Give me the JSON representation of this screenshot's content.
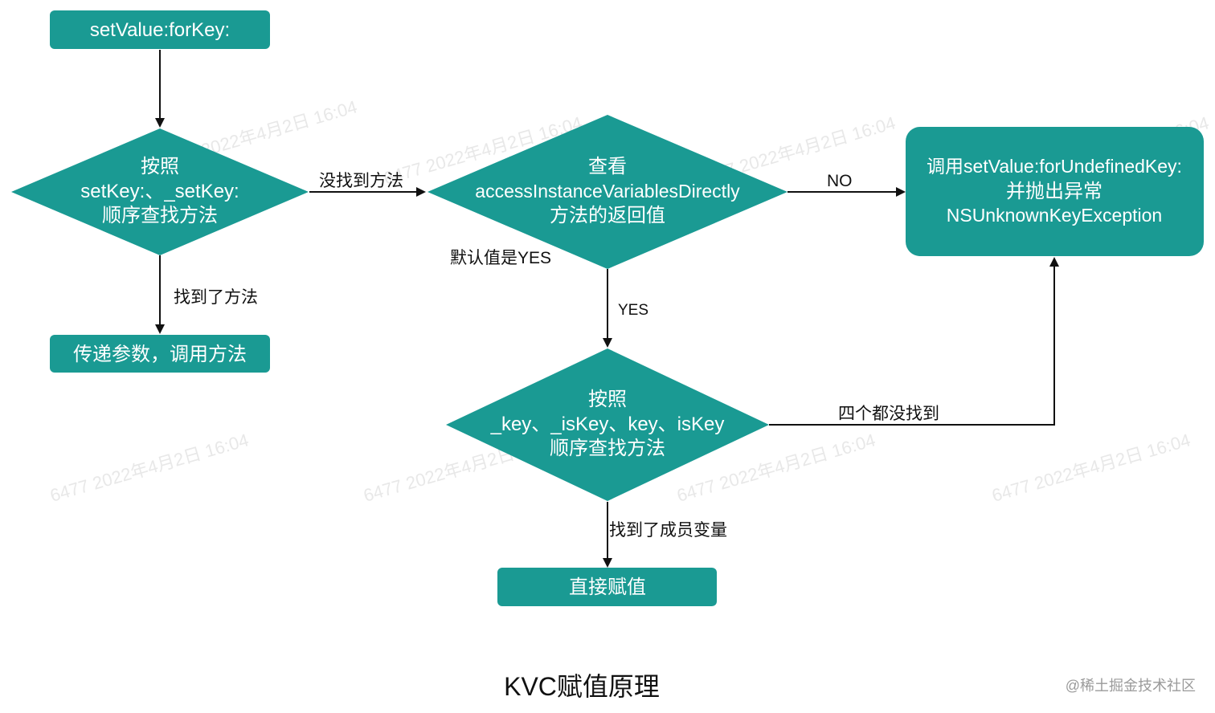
{
  "colors": {
    "node_fill": "#1a9a93",
    "node_text": "#ffffff",
    "edge": "#111111",
    "watermark": "#e8e8e8"
  },
  "nodes": {
    "start": {
      "lines": [
        "setValue:forKey:"
      ]
    },
    "decision1": {
      "lines": [
        "按照",
        "setKey:、_setKey:",
        "顺序查找方法"
      ]
    },
    "call_method": {
      "lines": [
        "传递参数，调用方法"
      ]
    },
    "decision2": {
      "lines": [
        "查看",
        "accessInstanceVariablesDirectly",
        "方法的返回值"
      ]
    },
    "undefined_key": {
      "lines": [
        "调用setValue:forUndefinedKey:",
        "并抛出异常",
        "NSUnknownKeyException"
      ]
    },
    "decision3": {
      "lines": [
        "按照",
        "_key、_isKey、key、isKey",
        "顺序查找方法"
      ]
    },
    "assign": {
      "lines": [
        "直接赋值"
      ]
    }
  },
  "edges": {
    "found_method": "找到了方法",
    "not_found_method": "没找到方法",
    "no": "NO",
    "default_yes": "默认值是YES",
    "yes": "YES",
    "none_found": "四个都没找到",
    "found_member": "找到了成员变量"
  },
  "watermark": {
    "text": "6477 2022年4月2日 16:04"
  },
  "title": "KVC赋值原理",
  "credit": "@稀土掘金技术社区"
}
